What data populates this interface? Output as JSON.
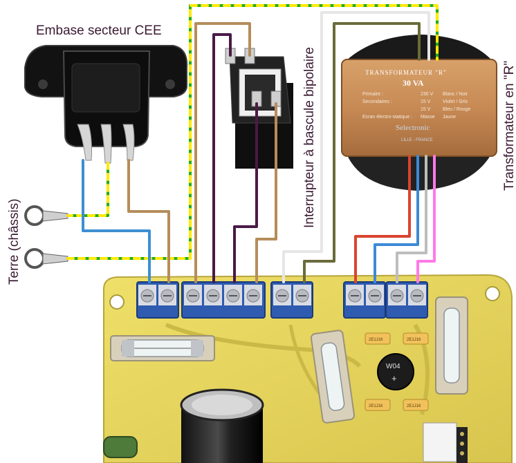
{
  "labels": {
    "inlet": "Embase secteur CEE",
    "switch": "Interrupteur à bascule bipolaire",
    "transformer": "Transformateur en \"R\"",
    "ground": "Terre (châssis)"
  },
  "transformer_label": {
    "title": "TRANSFORMATEUR \"R\"",
    "power": "30 VA",
    "rows": [
      {
        "name": "Primaire :",
        "volt": "230 V",
        "wires": "Blanc / Noir"
      },
      {
        "name": "Secondaires :",
        "volt": "15 V",
        "wires": "Violet / Gris"
      },
      {
        "name": "",
        "volt": "15 V",
        "wires": "Bleu / Rouge"
      },
      {
        "name": "Ecran électro-statique :",
        "volt": "Masse",
        "wires": "Jaune"
      }
    ],
    "brand": "Selectronic",
    "city": "LILLE - FRANCE"
  },
  "board": {
    "capacitor_label": "2E1J16",
    "bridge_label": "W04"
  },
  "colors": {
    "earth_green": "#1faa1f",
    "earth_yellow": "#ffea00",
    "neutral_blue": "#3d8ed1",
    "phase_brown": "#b58d5a",
    "switch_purple": "#4a1a46",
    "primary_white": "#e6e6e6",
    "primary_dark": "#6b6b3a",
    "sec_red": "#d9442f",
    "sec_blue": "#3c8ad6",
    "sec_grey": "#bdbdbd",
    "sec_pink": "#ff7ae8",
    "pcb": "#e5d65c",
    "terminal_blue": "#2f5bb0"
  }
}
